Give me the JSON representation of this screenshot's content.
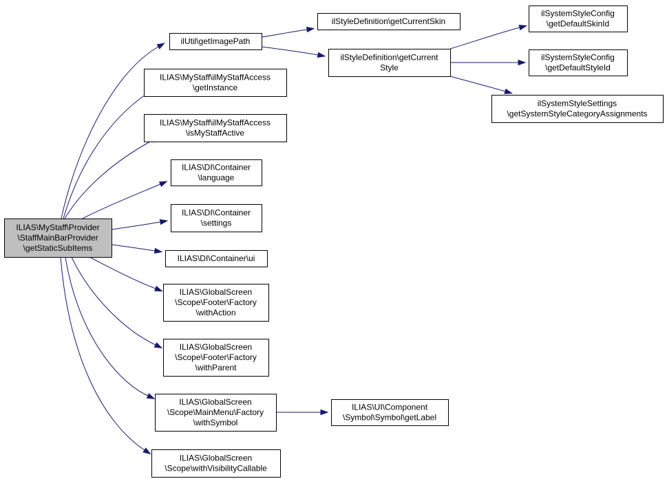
{
  "diagram": {
    "nodes": [
      {
        "id": "root",
        "lines": [
          "ILIAS\\MyStaff\\Provider",
          "\\StaffMainBarProvider",
          "\\getStaticSubItems"
        ],
        "root": true
      },
      {
        "id": "imagepath",
        "lines": [
          "ilUtil\\getImagePath"
        ]
      },
      {
        "id": "access_get",
        "lines": [
          "ILIAS\\MyStaff\\ilMyStaffAccess",
          "\\getInstance"
        ]
      },
      {
        "id": "access_active",
        "lines": [
          "ILIAS\\MyStaff\\ilMyStaffAccess",
          "\\isMyStaffActive"
        ]
      },
      {
        "id": "di_language",
        "lines": [
          "ILIAS\\DI\\Container",
          "\\language"
        ]
      },
      {
        "id": "di_settings",
        "lines": [
          "ILIAS\\DI\\Container",
          "\\settings"
        ]
      },
      {
        "id": "di_ui",
        "lines": [
          "ILIAS\\DI\\Container\\ui"
        ]
      },
      {
        "id": "footer_action",
        "lines": [
          "ILIAS\\GlobalScreen",
          "\\Scope\\Footer\\Factory",
          "\\withAction"
        ]
      },
      {
        "id": "footer_parent",
        "lines": [
          "ILIAS\\GlobalScreen",
          "\\Scope\\Footer\\Factory",
          "\\withParent"
        ]
      },
      {
        "id": "mainmenu_symbol",
        "lines": [
          "ILIAS\\GlobalScreen",
          "\\Scope\\MainMenu\\Factory",
          "\\withSymbol"
        ]
      },
      {
        "id": "scope_visibility",
        "lines": [
          "ILIAS\\GlobalScreen",
          "\\Scope\\withVisibilityCallable"
        ]
      },
      {
        "id": "current_skin",
        "lines": [
          "ilStyleDefinition\\getCurrentSkin"
        ]
      },
      {
        "id": "current_style",
        "lines": [
          "ilStyleDefinition\\getCurrent",
          "Style"
        ]
      },
      {
        "id": "symbol_label",
        "lines": [
          "ILIAS\\UI\\Component",
          "\\Symbol\\Symbol\\getLabel"
        ]
      },
      {
        "id": "default_skin",
        "lines": [
          "ilSystemStyleConfig",
          "\\getDefaultSkinId"
        ]
      },
      {
        "id": "default_style",
        "lines": [
          "ilSystemStyleConfig",
          "\\getDefaultStyleId"
        ]
      },
      {
        "id": "category_assign",
        "lines": [
          "ilSystemStyleSettings",
          "\\getSystemStyleCategoryAssignments"
        ]
      }
    ],
    "edges": [
      {
        "from": "root",
        "to": "imagepath"
      },
      {
        "from": "root",
        "to": "access_get"
      },
      {
        "from": "root",
        "to": "access_active"
      },
      {
        "from": "root",
        "to": "di_language"
      },
      {
        "from": "root",
        "to": "di_settings"
      },
      {
        "from": "root",
        "to": "di_ui"
      },
      {
        "from": "root",
        "to": "footer_action"
      },
      {
        "from": "root",
        "to": "footer_parent"
      },
      {
        "from": "root",
        "to": "mainmenu_symbol"
      },
      {
        "from": "root",
        "to": "scope_visibility"
      },
      {
        "from": "imagepath",
        "to": "current_skin"
      },
      {
        "from": "imagepath",
        "to": "current_style"
      },
      {
        "from": "current_style",
        "to": "default_skin"
      },
      {
        "from": "current_style",
        "to": "default_style"
      },
      {
        "from": "current_style",
        "to": "category_assign"
      },
      {
        "from": "mainmenu_symbol",
        "to": "symbol_label"
      }
    ]
  }
}
